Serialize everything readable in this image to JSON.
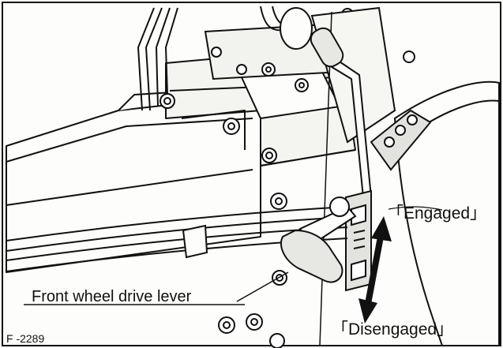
{
  "labels": {
    "engaged": "「Engaged」",
    "disengaged": "「Disengaged」",
    "lever": "Front wheel drive lever",
    "figure_id": "F -2289"
  },
  "icons": {
    "double_arrow": "double-headed-arrow-icon"
  },
  "colors": {
    "ink": "#111111",
    "paper": "#fdfdfb",
    "shade": "#d9d9d6",
    "grip": "#e7e7e3"
  }
}
